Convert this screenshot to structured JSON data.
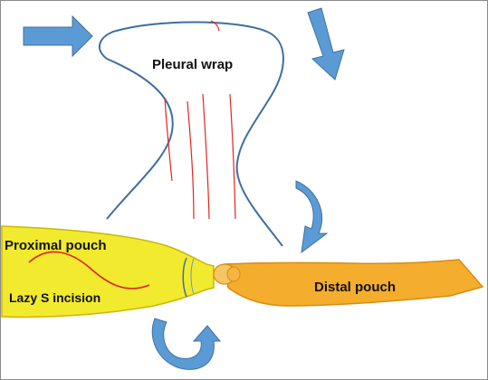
{
  "labels": {
    "pleural_wrap": "Pleural wrap",
    "proximal_pouch": "Proximal pouch",
    "lazy_s_incision": "Lazy S incision",
    "distal_pouch": "Distal pouch"
  },
  "colors": {
    "background": "#ffffff",
    "frame": "#8a8a8a",
    "wrap_outline": "#3f6e9e",
    "wrap_stripes": "#e02424",
    "proximal_fill": "#f2ea2e",
    "proximal_stroke": "#c9b800",
    "incision": "#e0201e",
    "distal_fill": "#f5ad2e",
    "distal_stroke": "#d78c12",
    "anastomosis_fill": "#f6c566",
    "arrow_fill": "#5b9bd5",
    "arrow_stroke": "#41719c"
  },
  "icons": {
    "arrow_top_left": "arrow-right-icon",
    "arrow_top_right": "arrow-down-right-icon",
    "arrow_right_curved": "curved-arrow-down-icon",
    "arrow_bottom_curved": "curved-arrow-up-icon"
  }
}
